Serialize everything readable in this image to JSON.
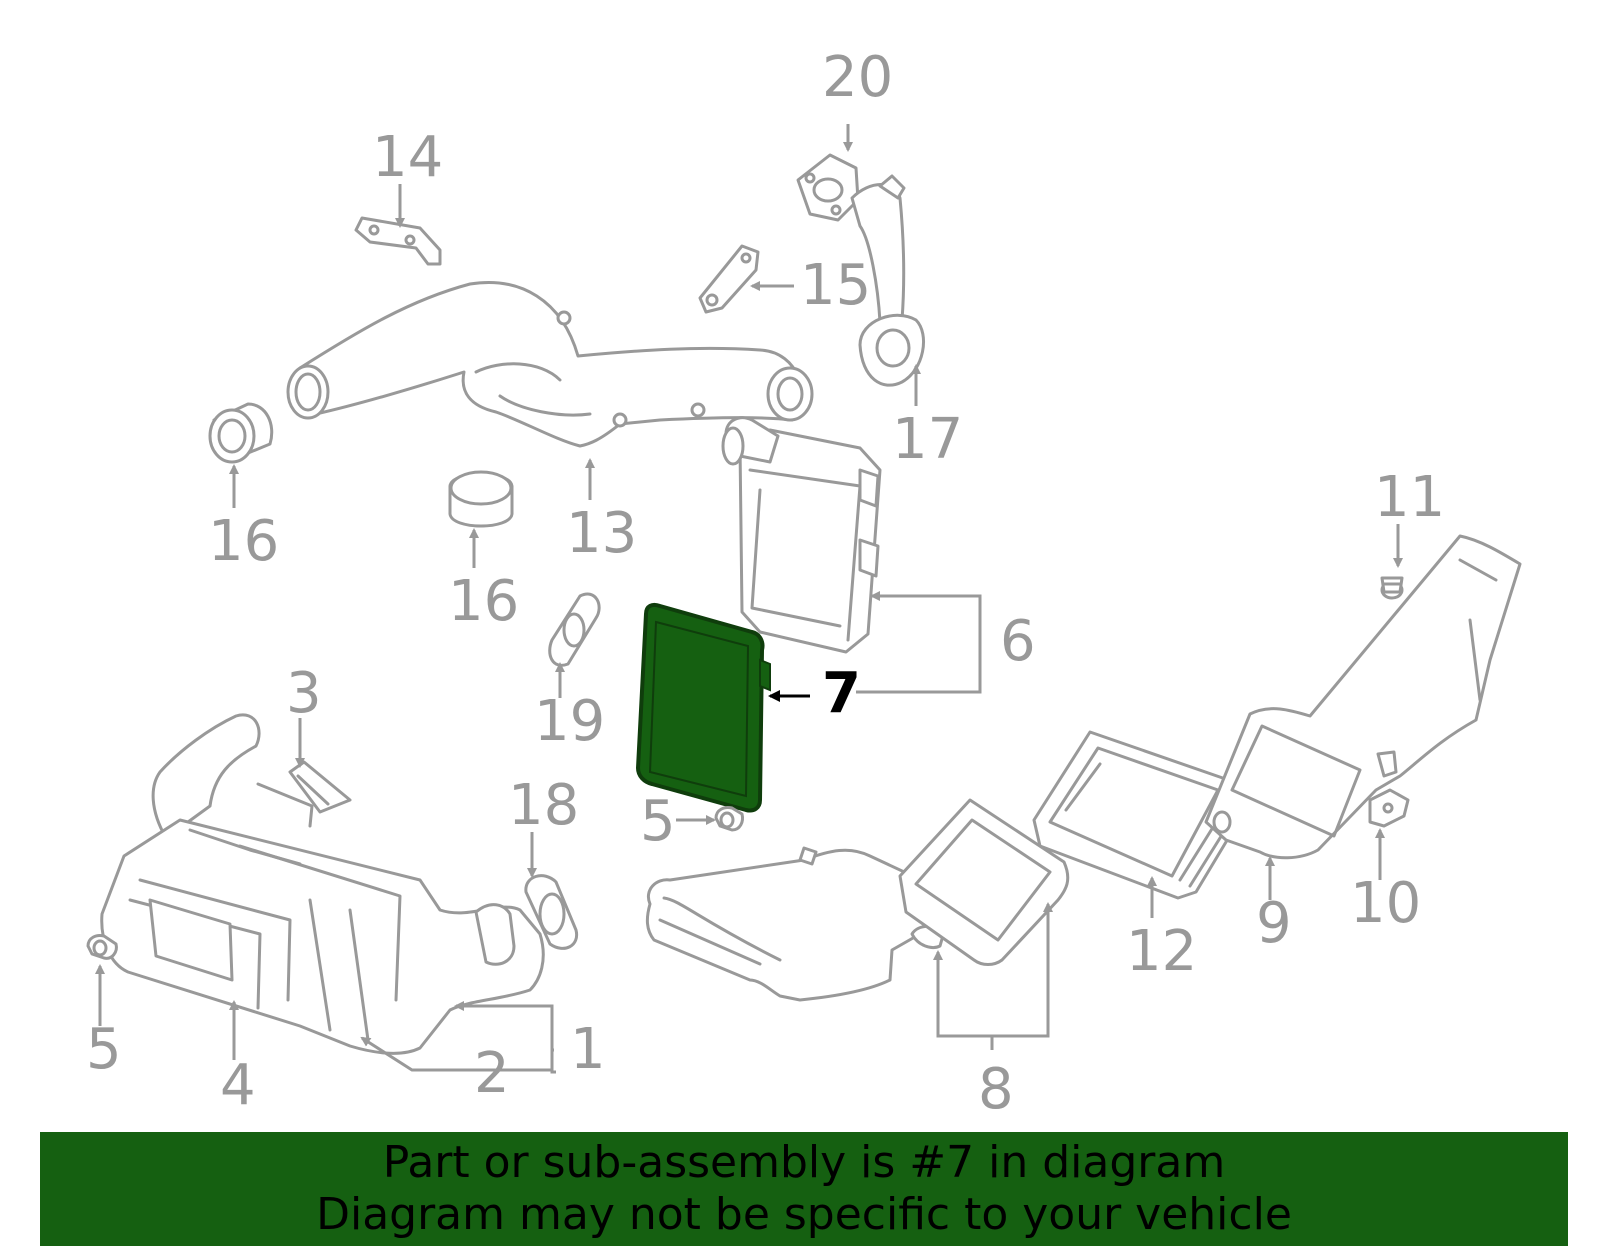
{
  "diagram": {
    "highlight_color": "#156011",
    "line_color": "#999999",
    "highlighted_part": "7",
    "callouts": {
      "c1": "1",
      "c2": "2",
      "c3": "3",
      "c4": "4",
      "c5a": "5",
      "c5b": "5",
      "c6": "6",
      "c7": "7",
      "c8": "8",
      "c9": "9",
      "c10": "10",
      "c11": "11",
      "c12": "12",
      "c13": "13",
      "c14": "14",
      "c15": "15",
      "c16a": "16",
      "c16b": "16",
      "c17": "17",
      "c18": "18",
      "c19": "19",
      "c20": "20"
    }
  },
  "banner": {
    "line1": "Part or sub-assembly is #7 in diagram",
    "line2": "Diagram may not be specific to your vehicle",
    "background": "#156011"
  }
}
